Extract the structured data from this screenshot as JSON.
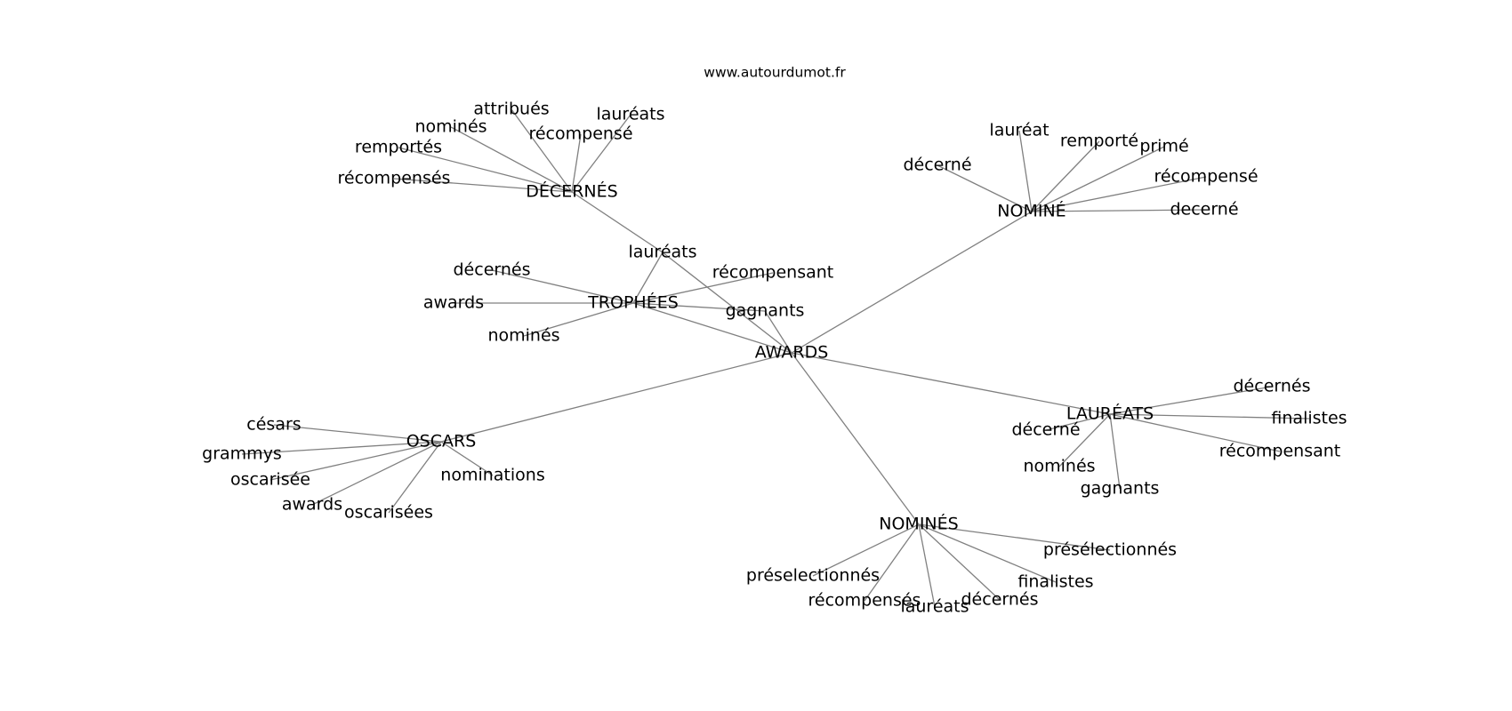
{
  "source": "www.autourdumot.fr",
  "graph": {
    "nodes": [
      {
        "id": "awards",
        "label": "AWARDS"
      },
      {
        "id": "nomine",
        "label": "NOMINÉ"
      },
      {
        "id": "laureats_hub",
        "label": "LAURÉATS"
      },
      {
        "id": "nomines_hub",
        "label": "NOMINÉS"
      },
      {
        "id": "oscars",
        "label": "OSCARS"
      },
      {
        "id": "trophees",
        "label": "TROPHÉES"
      },
      {
        "id": "decernes_hub",
        "label": "DÉCERNÉS"
      },
      {
        "id": "laureats_mid",
        "label": "lauréats"
      },
      {
        "id": "gagnants_mid",
        "label": "gagnants"
      },
      {
        "id": "decernes_t",
        "label": "décernés"
      },
      {
        "id": "awards_t",
        "label": "awards"
      },
      {
        "id": "nomines_t",
        "label": "nominés"
      },
      {
        "id": "recompensant_t",
        "label": "récompensant"
      },
      {
        "id": "attribues_d",
        "label": "attribués"
      },
      {
        "id": "nomines_d",
        "label": "nominés"
      },
      {
        "id": "remportes_d",
        "label": "remportés"
      },
      {
        "id": "recompenses_d",
        "label": "récompensés"
      },
      {
        "id": "laureats_d",
        "label": "lauréats"
      },
      {
        "id": "recompense_d",
        "label": "récompensé"
      },
      {
        "id": "laureat_n",
        "label": "lauréat"
      },
      {
        "id": "decerne_n",
        "label": "décerné"
      },
      {
        "id": "remporte_n",
        "label": "remporté"
      },
      {
        "id": "prime_n",
        "label": "primé"
      },
      {
        "id": "recompense_n",
        "label": "récompensé"
      },
      {
        "id": "decerne2_n",
        "label": "decerné"
      },
      {
        "id": "decernes_l",
        "label": "décernés"
      },
      {
        "id": "finalistes_l",
        "label": "finalistes"
      },
      {
        "id": "recompensant_l",
        "label": "récompensant"
      },
      {
        "id": "decerne_l",
        "label": "décerné"
      },
      {
        "id": "nomines_l",
        "label": "nominés"
      },
      {
        "id": "gagnants_l",
        "label": "gagnants"
      },
      {
        "id": "preselectionnes_nm",
        "label": "présélectionnés"
      },
      {
        "id": "finalistes_nm",
        "label": "finalistes"
      },
      {
        "id": "preselectionnes2_nm",
        "label": "préselectionnés"
      },
      {
        "id": "recompenses_nm",
        "label": "récompensés"
      },
      {
        "id": "laureats_nm",
        "label": "lauréats"
      },
      {
        "id": "decernes_nm",
        "label": "décernés"
      },
      {
        "id": "cesars_o",
        "label": "césars"
      },
      {
        "id": "grammys_o",
        "label": "grammys"
      },
      {
        "id": "oscarisee_o",
        "label": "oscarisée"
      },
      {
        "id": "awards_o",
        "label": "awards"
      },
      {
        "id": "oscarisees_o",
        "label": "oscarisées"
      },
      {
        "id": "nominations_o",
        "label": "nominations"
      }
    ],
    "edges": [
      [
        "awards",
        "nomine"
      ],
      [
        "awards",
        "laureats_hub"
      ],
      [
        "awards",
        "nomines_hub"
      ],
      [
        "awards",
        "oscars"
      ],
      [
        "awards",
        "trophees"
      ],
      [
        "awards",
        "laureats_mid"
      ],
      [
        "awards",
        "gagnants_mid"
      ],
      [
        "trophees",
        "laureats_mid"
      ],
      [
        "trophees",
        "gagnants_mid"
      ],
      [
        "trophees",
        "decernes_t"
      ],
      [
        "trophees",
        "awards_t"
      ],
      [
        "trophees",
        "nomines_t"
      ],
      [
        "trophees",
        "recompensant_t"
      ],
      [
        "laureats_mid",
        "decernes_hub"
      ],
      [
        "decernes_hub",
        "attribues_d"
      ],
      [
        "decernes_hub",
        "nomines_d"
      ],
      [
        "decernes_hub",
        "remportes_d"
      ],
      [
        "decernes_hub",
        "recompenses_d"
      ],
      [
        "decernes_hub",
        "laureats_d"
      ],
      [
        "decernes_hub",
        "recompense_d"
      ],
      [
        "nomine",
        "laureat_n"
      ],
      [
        "nomine",
        "decerne_n"
      ],
      [
        "nomine",
        "remporte_n"
      ],
      [
        "nomine",
        "prime_n"
      ],
      [
        "nomine",
        "recompense_n"
      ],
      [
        "nomine",
        "decerne2_n"
      ],
      [
        "laureats_hub",
        "decernes_l"
      ],
      [
        "laureats_hub",
        "finalistes_l"
      ],
      [
        "laureats_hub",
        "recompensant_l"
      ],
      [
        "laureats_hub",
        "decerne_l"
      ],
      [
        "laureats_hub",
        "nomines_l"
      ],
      [
        "laureats_hub",
        "gagnants_l"
      ],
      [
        "nomines_hub",
        "preselectionnes_nm"
      ],
      [
        "nomines_hub",
        "finalistes_nm"
      ],
      [
        "nomines_hub",
        "preselectionnes2_nm"
      ],
      [
        "nomines_hub",
        "recompenses_nm"
      ],
      [
        "nomines_hub",
        "laureats_nm"
      ],
      [
        "nomines_hub",
        "decernes_nm"
      ],
      [
        "oscars",
        "cesars_o"
      ],
      [
        "oscars",
        "grammys_o"
      ],
      [
        "oscars",
        "oscarisee_o"
      ],
      [
        "oscars",
        "awards_o"
      ],
      [
        "oscars",
        "oscarisees_o"
      ],
      [
        "oscars",
        "nominations_o"
      ]
    ]
  },
  "colors": {
    "edge": "#808080",
    "text": "#000000",
    "background": "#ffffff"
  }
}
